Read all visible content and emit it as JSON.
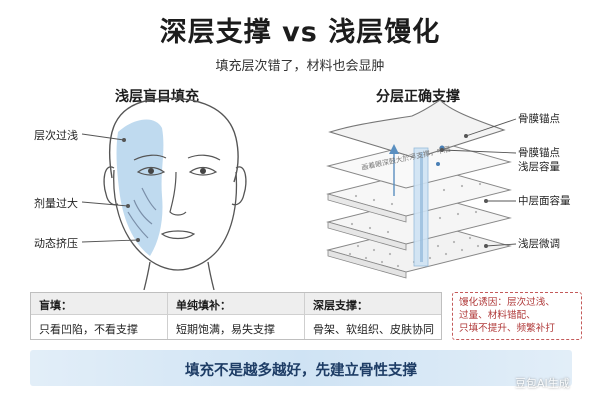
{
  "header": {
    "title": "深层支撑 vs 浅层馒化",
    "subtitle": "填充层次错了，材料也会显肿"
  },
  "left": {
    "heading": "浅层盲目填充",
    "labels": [
      "层次过浅",
      "剂量过大",
      "动态挤压"
    ]
  },
  "right": {
    "heading": "分层正确支撑",
    "labels": [
      {
        "text": "骨膜锚点"
      },
      {
        "text": "骨膜锚点\n浅层容量"
      },
      {
        "text": "中层面容量"
      },
      {
        "text": "浅层微调"
      }
    ],
    "sheet_text": "画着眼深鼓大於浮支撑，中层"
  },
  "table": {
    "columns": [
      {
        "head": "盲填：",
        "cell": "只看凹陷，不看支撑"
      },
      {
        "head": "单纯填补：",
        "cell": "短期饱满，易失支撑"
      },
      {
        "head": "深层支撑：",
        "cell": "骨架、软组织、皮肤协同"
      }
    ]
  },
  "note": {
    "lines": [
      "馒化诱因：层次过浅、",
      "过量、材料错配、",
      "只填不提升、频繁补打"
    ]
  },
  "footer": {
    "banner": "填充不是越多越好，先建立骨性支撑",
    "watermark": "豆包AI生成"
  },
  "colors": {
    "accent_blue": "#a9cdea",
    "note_red": "#b03a3a",
    "banner_text": "#1e3d66"
  }
}
